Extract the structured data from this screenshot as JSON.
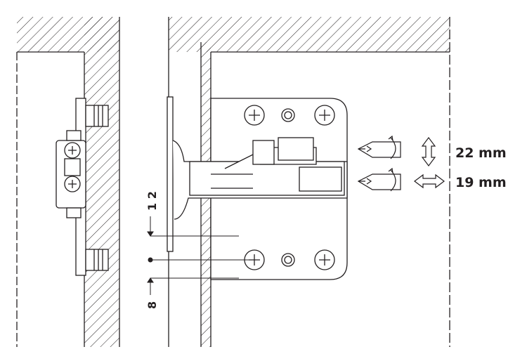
{
  "diagram": {
    "labels": {
      "height_adjust": "22 mm",
      "side_adjust": "19 mm",
      "dim_vertical_12": "1 2",
      "dim_vertical_8": "8"
    },
    "colors": {
      "line": "#231f20",
      "background": "#ffffff",
      "hatch": "#231f20"
    },
    "icons": {
      "screwdriver_1": "screwdriver-icon",
      "screwdriver_2": "screwdriver-icon",
      "vertical_arrow": "up-down-arrow-icon",
      "horizontal_arrow": "left-right-arrow-icon"
    }
  }
}
